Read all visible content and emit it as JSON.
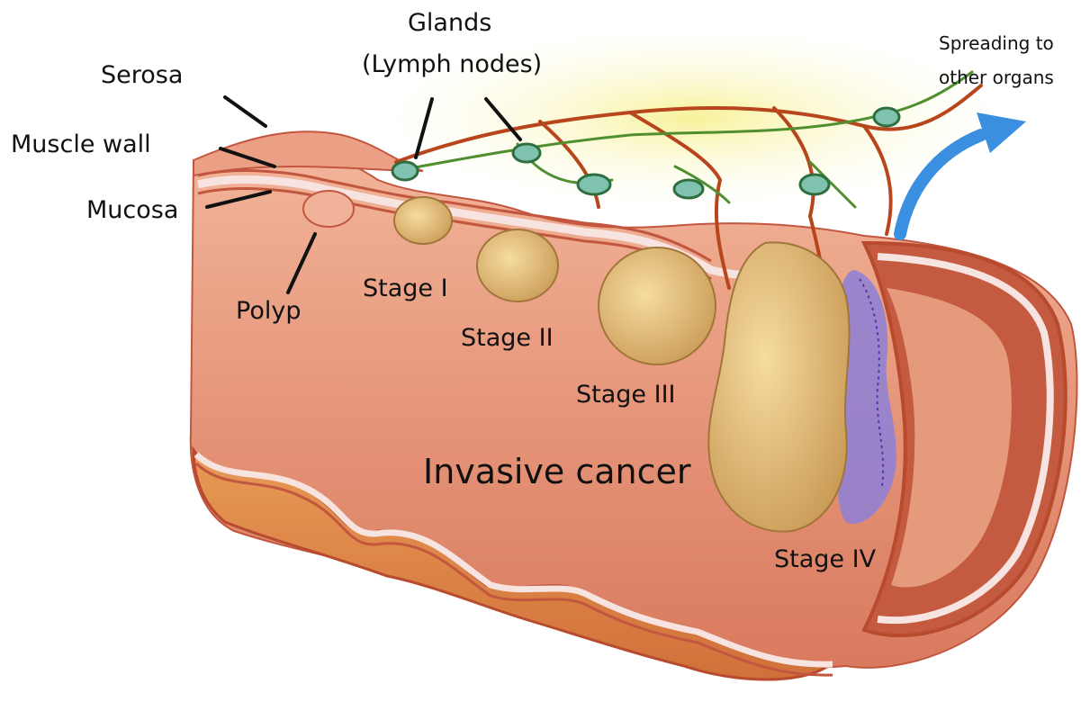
{
  "diagram": {
    "labels": {
      "glands": "Glands",
      "lymph_nodes": "(Lymph nodes)",
      "spreading_line1": "Spreading to",
      "spreading_line2": "other organs",
      "serosa": "Serosa",
      "muscle_wall": "Muscle wall",
      "mucosa": "Mucosa",
      "polyp": "Polyp",
      "stage_1": "Stage I",
      "stage_2": "Stage II",
      "stage_3": "Stage III",
      "stage_4": "Stage IV",
      "invasive_cancer": "Invasive cancer"
    },
    "colors": {
      "tissue": "#e6967a",
      "tissue_dark": "#c2563f",
      "lining": "#f7e3df",
      "fat": "#f5f088",
      "lymph_vessel": "#4f8f2f",
      "blood_vessel": "#b8461c",
      "tumor": "#e8c07a",
      "metastasis": "#6a5cc4",
      "arrow": "#3a8fe0"
    }
  }
}
